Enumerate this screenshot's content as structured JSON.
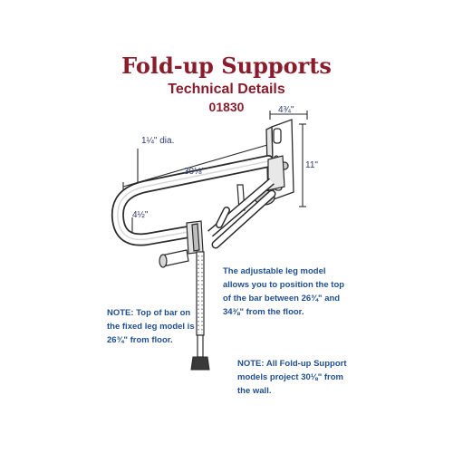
{
  "header": {
    "title": "Fold-up Supports",
    "subtitle": "Technical Details",
    "model_number": "01830"
  },
  "dimensions": {
    "plate_width": "4¾\"",
    "plate_height": "11\"",
    "bar_diameter": "1¼\" dia.",
    "bar_length": "30⅛\"",
    "bar_spacing": "4½\""
  },
  "notes": {
    "adjustable": [
      "The adjustable leg model",
      "allows you to position the top",
      "of the bar between 26¾\" and",
      "34⅜\" from the floor."
    ],
    "fixed": [
      "NOTE: Top of bar on",
      "the fixed leg model is",
      "26¾\" from floor."
    ],
    "all": [
      "NOTE: All Fold-up Support",
      "models project 30⅛\" from",
      "the wall."
    ]
  }
}
